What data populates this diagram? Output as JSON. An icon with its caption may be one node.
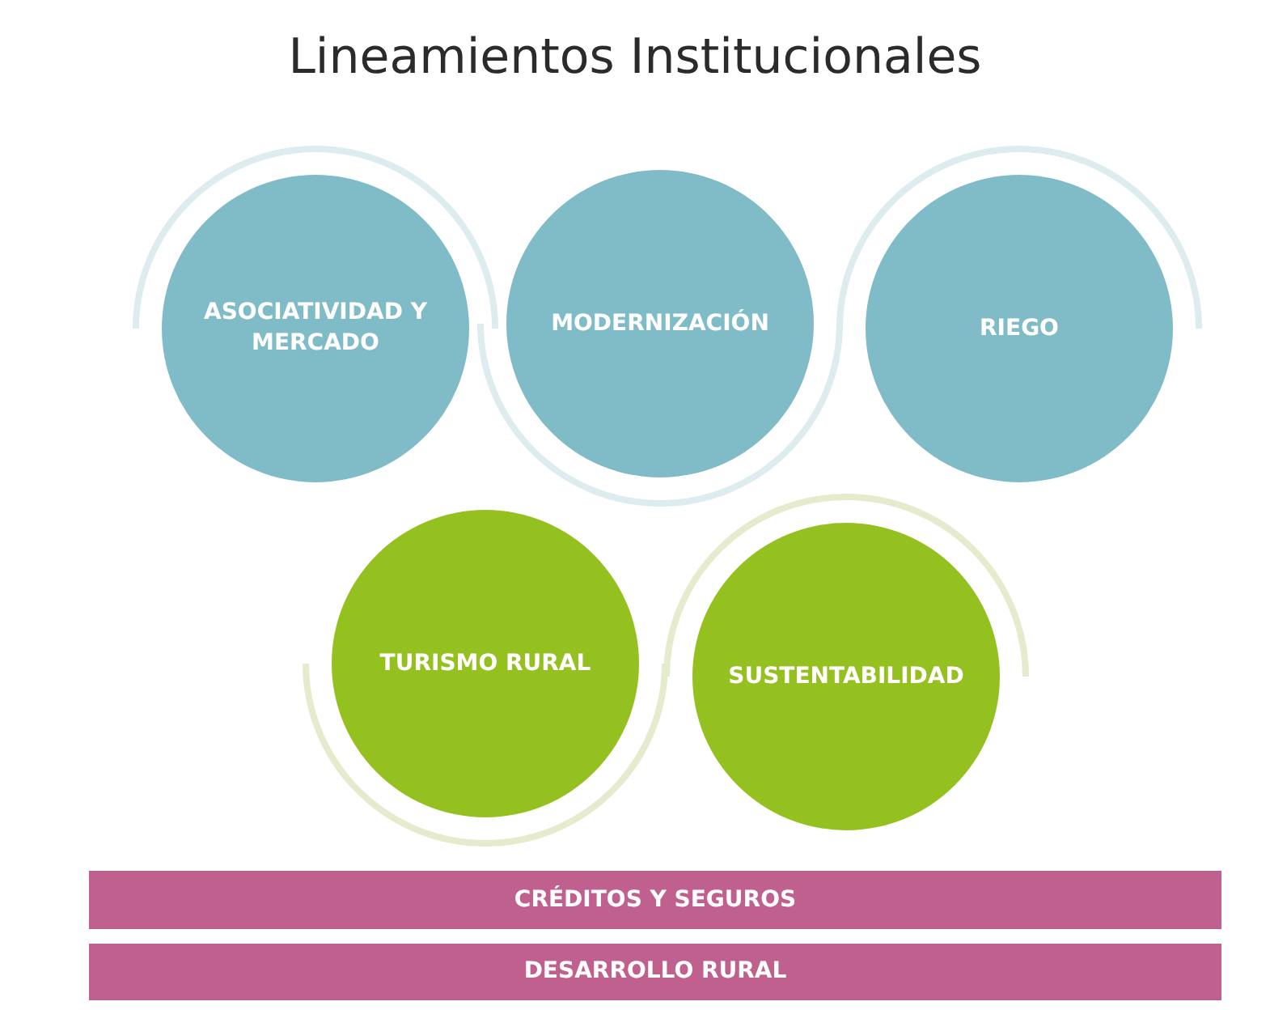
{
  "diagram": {
    "title": "Lineamientos Institucionales",
    "nodes": [
      {
        "text": [
          "ASOCIATIVIDAD Y MERCADO"
        ]
      },
      {
        "text": [
          "MODERNIZACIÓN"
        ]
      },
      {
        "text": [
          "RIEGO"
        ]
      },
      {
        "text": [
          "TURISMO RURAL"
        ]
      },
      {
        "text": [
          "SUSTENTABILIDAD"
        ]
      },
      {
        "text": [
          "CRÉDITOS Y SEGUROS"
        ]
      },
      {
        "text": [
          "DESARROLLO RURAL"
        ]
      }
    ]
  }
}
